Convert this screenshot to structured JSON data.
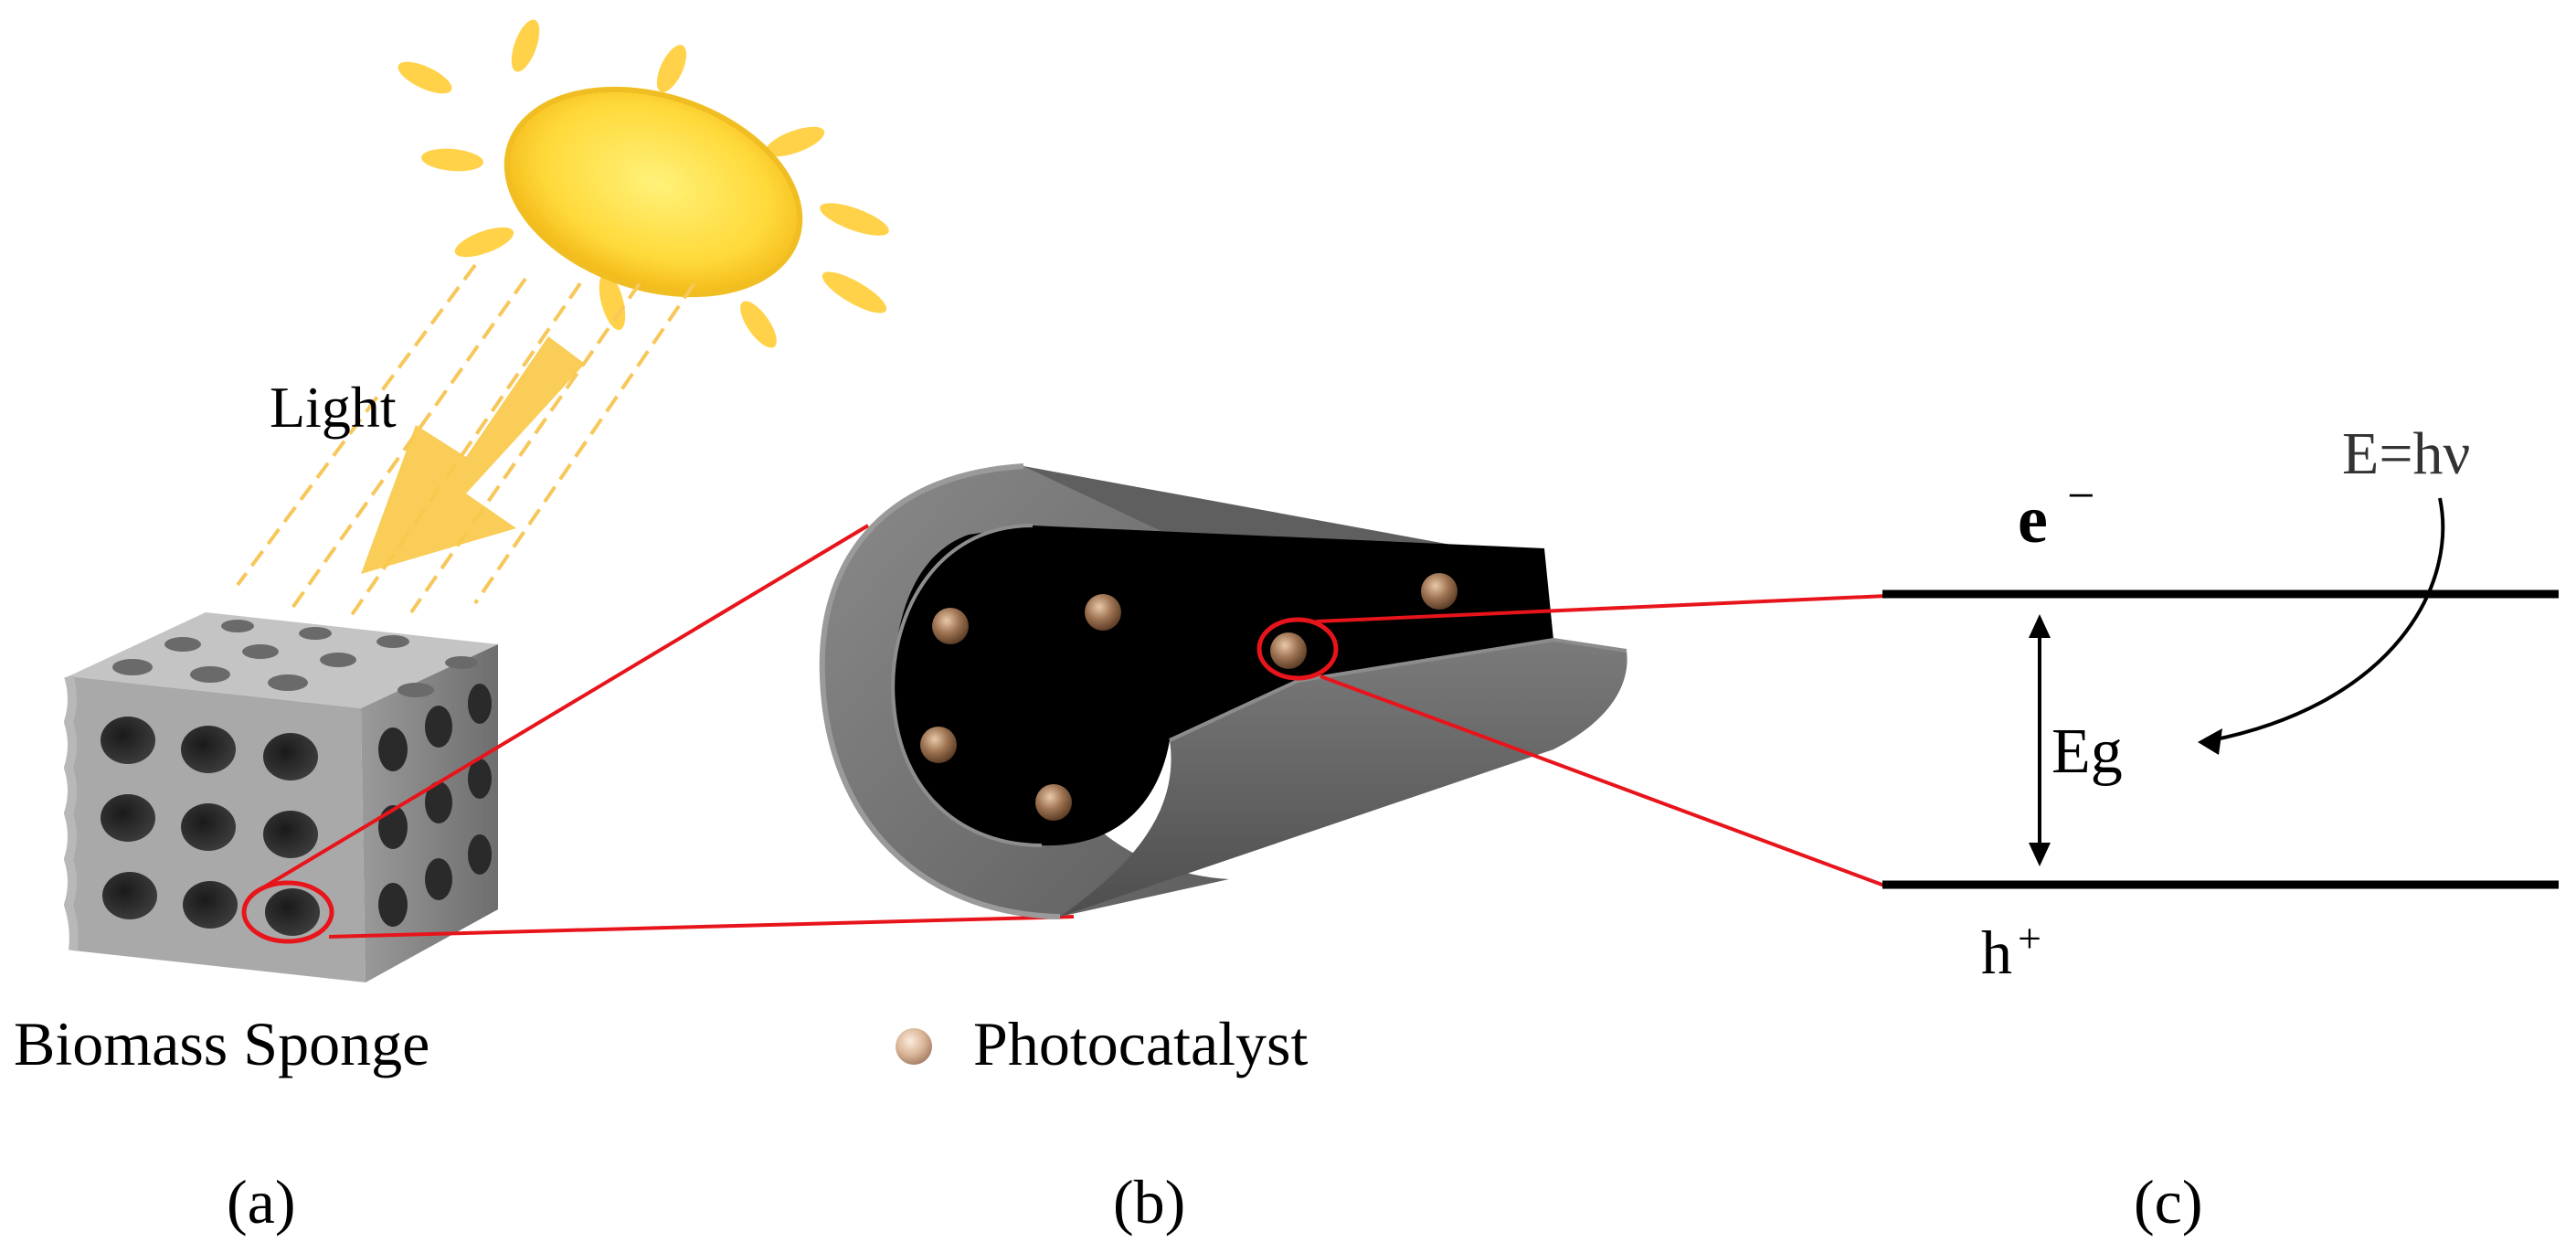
{
  "labels": {
    "light": "Light",
    "biomass_sponge": "Biomass Sponge",
    "photocatalyst": "Photocatalyst",
    "energy": "E=hν",
    "electron": "e",
    "electron_sup": "−",
    "band_gap": "Eg",
    "hole": "h",
    "hole_sup": "+",
    "panel_a": "(a)",
    "panel_b": "(b)",
    "panel_c": "(c)"
  },
  "colors": {
    "sun": "#FFD93A",
    "sun_rim": "#F5C020",
    "light_arrow": "#F9C94A",
    "light_rays": "#F7C75A",
    "sponge": "#A9A9A9",
    "sponge_dark": "#7C7C7C",
    "tube_outer": "#6E6E6E",
    "tube_inner": "#000000",
    "particle": "#8C6648",
    "zoom_line": "#E8141B",
    "band_line": "#000000"
  },
  "icons": {
    "sun": "sun-icon",
    "sponge": "porous-cube-icon",
    "tube": "cut-tube-icon",
    "particle": "photocatalyst-particle-icon"
  }
}
